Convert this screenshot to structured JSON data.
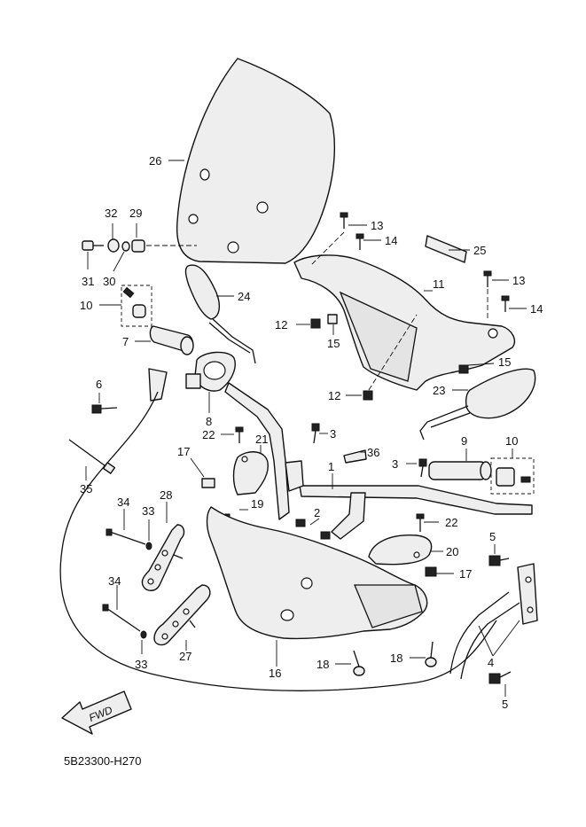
{
  "diagram": {
    "drawing_code": "5B23300-H270",
    "direction_arrow": "FWD",
    "callouts": {
      "p1": "1",
      "p2": "2",
      "p3a": "3",
      "p3b": "3",
      "p4": "4",
      "p5a": "5",
      "p5b": "5",
      "p6": "6",
      "p7": "7",
      "p8": "8",
      "p9": "9",
      "p10a": "10",
      "p10b": "10",
      "p11": "11",
      "p12a": "12",
      "p12b": "12",
      "p13a": "13",
      "p13b": "13",
      "p14a": "14",
      "p14b": "14",
      "p15a": "15",
      "p15b": "15",
      "p16": "16",
      "p17a": "17",
      "p17b": "17",
      "p18a": "18",
      "p18b": "18",
      "p19": "19",
      "p20": "20",
      "p21": "21",
      "p22a": "22",
      "p22b": "22",
      "p23": "23",
      "p24": "24",
      "p25": "25",
      "p26": "26",
      "p27": "27",
      "p28": "28",
      "p29": "29",
      "p30": "30",
      "p31": "31",
      "p32": "32",
      "p33a": "33",
      "p33b": "33",
      "p34a": "34",
      "p34b": "34",
      "p35": "35",
      "p36": "36"
    }
  }
}
